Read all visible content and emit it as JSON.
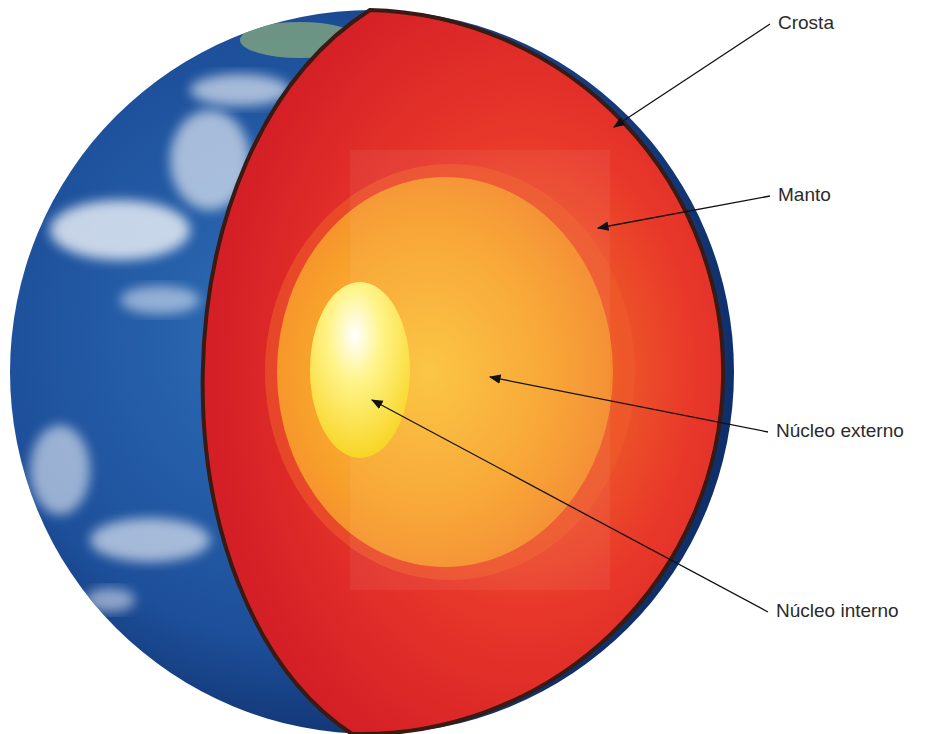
{
  "diagram": {
    "labels": [
      "Crosta",
      "Manto",
      "Núcleo externo",
      "Núcleo interno"
    ]
  }
}
